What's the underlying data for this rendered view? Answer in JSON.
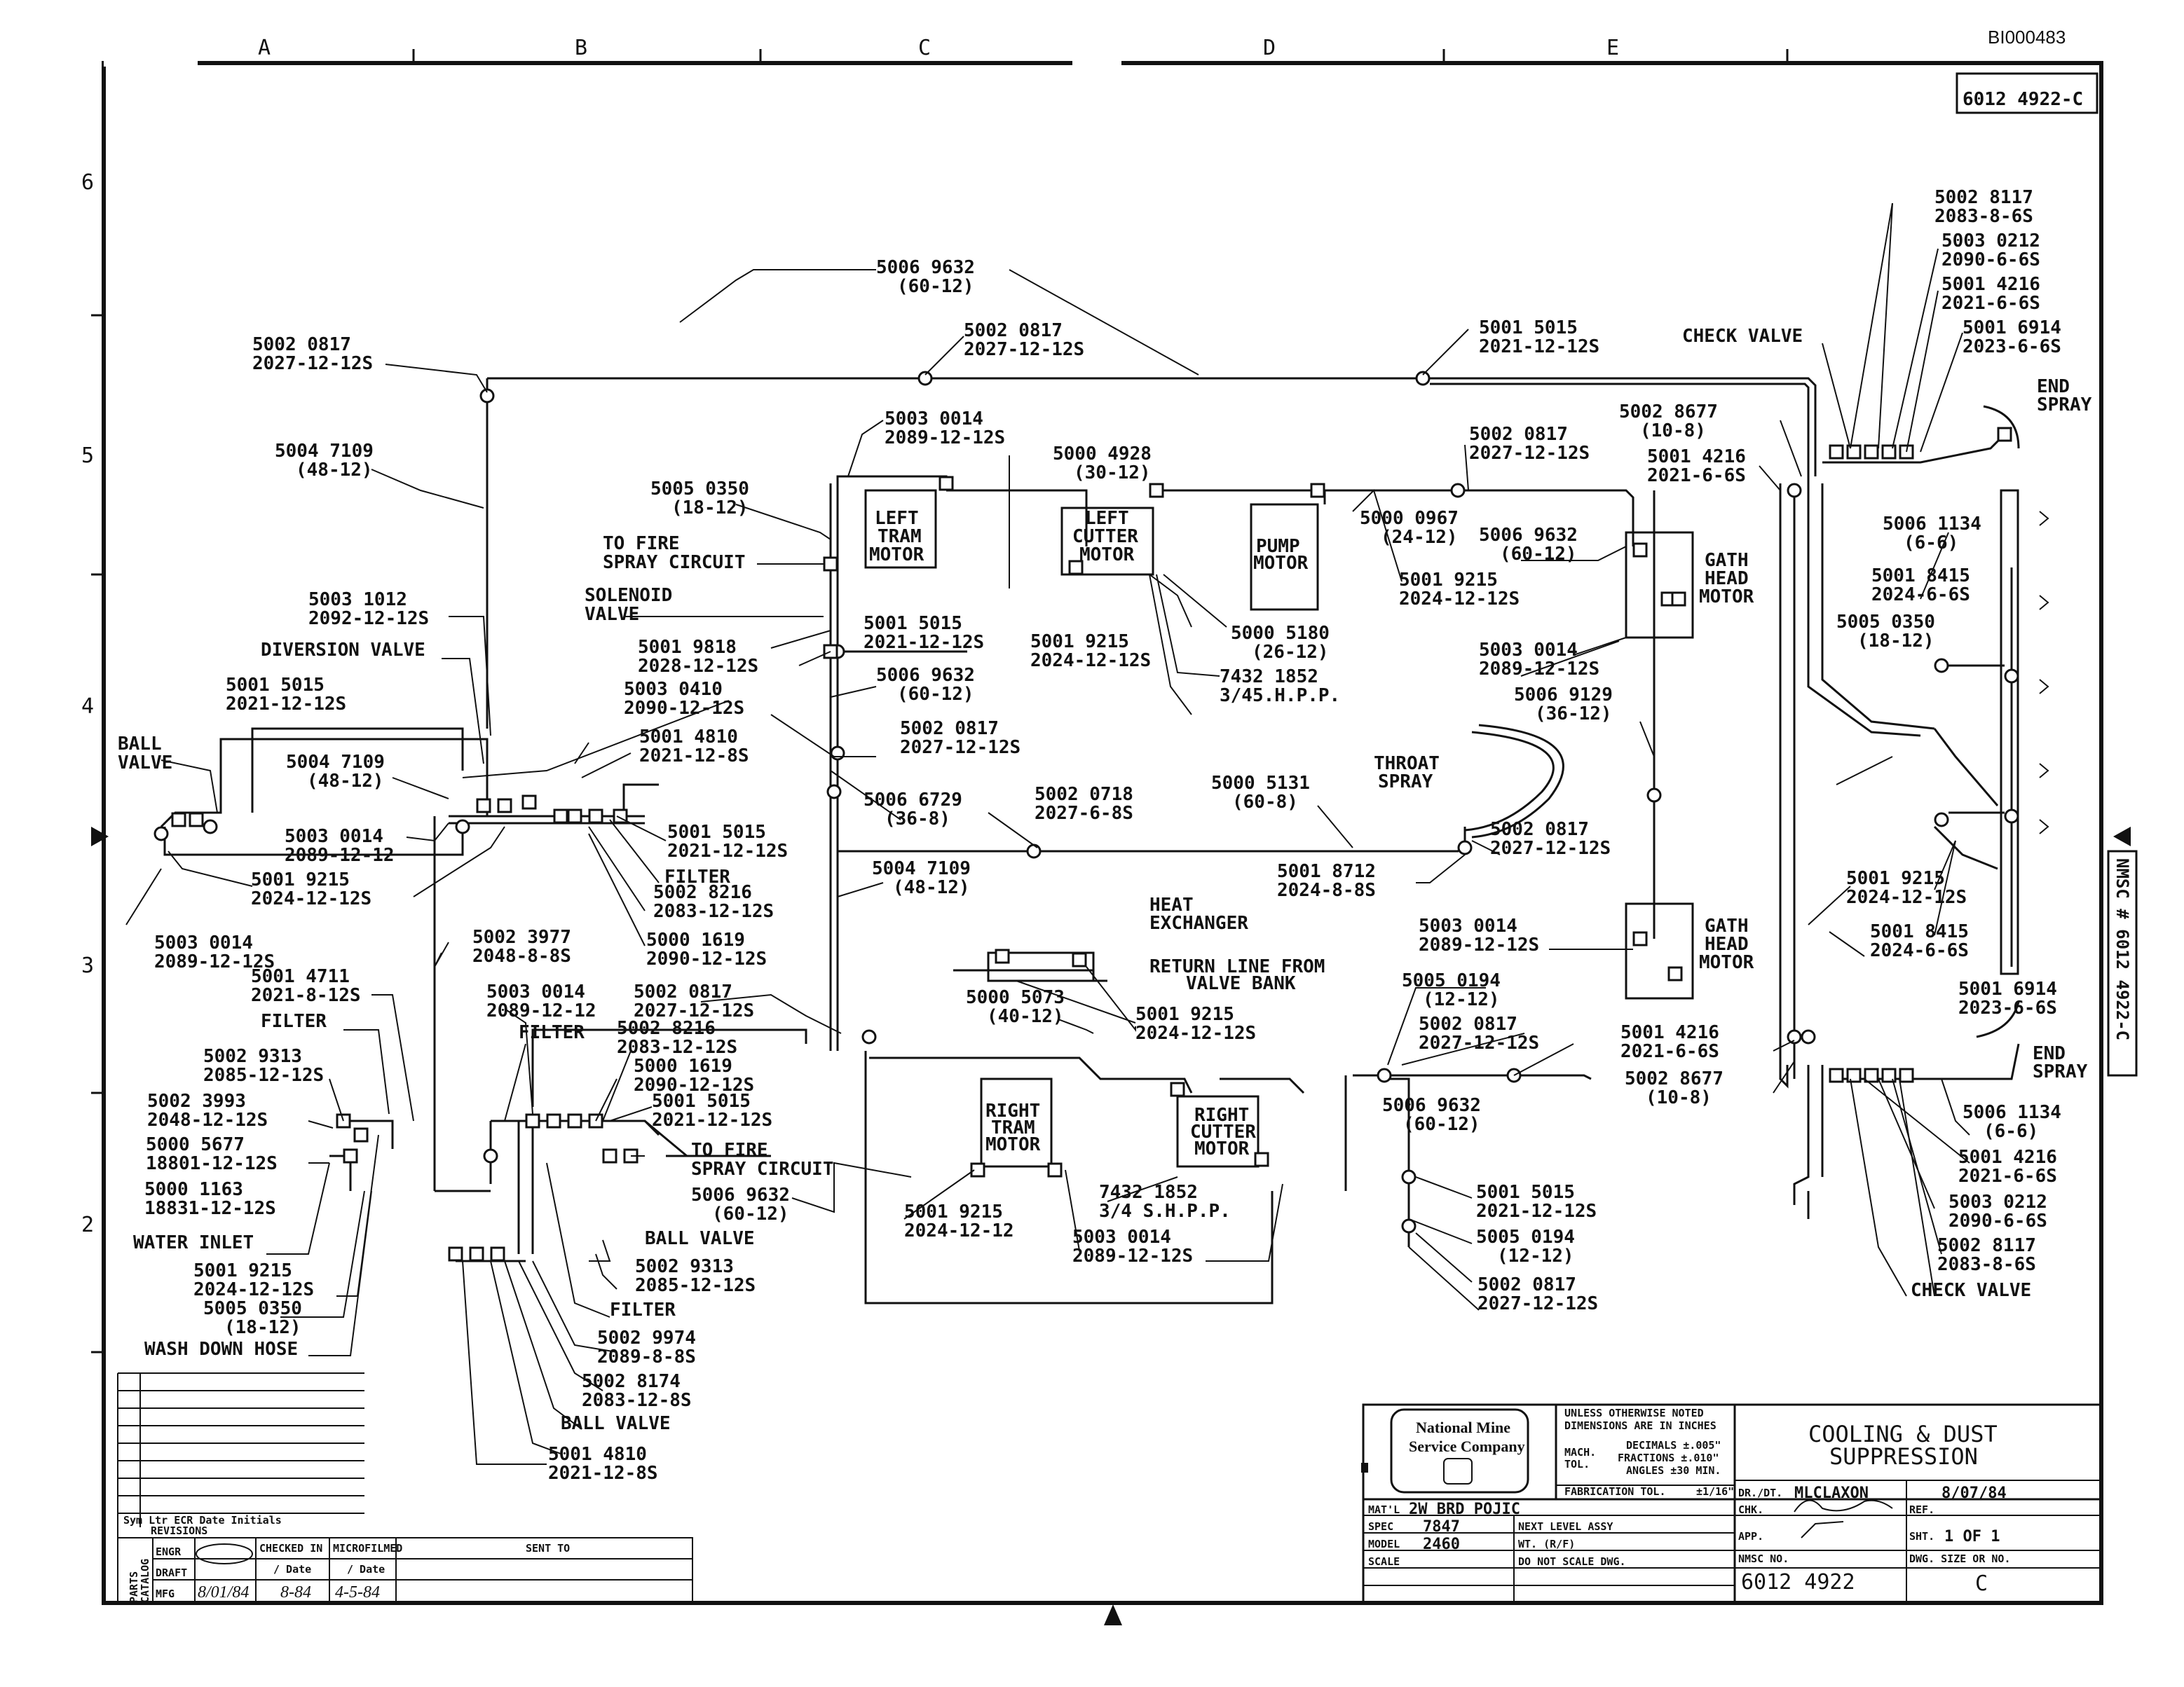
{
  "drawing": {
    "id_stamp": "BI000483",
    "dwg_no_corner": "6012 4922-C",
    "side_label": "NMSC # 6012 4922-C",
    "columns": [
      "A",
      "B",
      "C",
      "D",
      "E"
    ],
    "rows": [
      "6",
      "5",
      "4",
      "3",
      "2"
    ]
  },
  "components": {
    "left_tram_motor": [
      "LEFT",
      "TRAM",
      "MOTOR"
    ],
    "left_cutter_motor": [
      "LEFT",
      "CUTTER",
      "MOTOR"
    ],
    "pump_motor": [
      "PUMP",
      "MOTOR"
    ],
    "gath_head_motor_upper": [
      "GATH",
      "HEAD",
      "MOTOR"
    ],
    "gath_head_motor_lower": [
      "GATH",
      "HEAD",
      "MOTOR"
    ],
    "right_tram_motor": [
      "RIGHT",
      "TRAM",
      "MOTOR"
    ],
    "right_cutter_motor": [
      "RIGHT",
      "CUTTER",
      "MOTOR"
    ],
    "throat_spray": [
      "THROAT",
      "SPRAY"
    ],
    "heat_exchanger": [
      "HEAT",
      "EXCHANGER"
    ],
    "return_line": [
      "RETURN LINE FROM",
      "VALVE BANK"
    ],
    "end_spray_upper": [
      "END",
      "SPRAY"
    ],
    "end_spray_lower": [
      "END",
      "SPRAY"
    ]
  },
  "callouts": [
    {
      "id": "c01",
      "lines": [
        "5006 9632",
        "(60-12)"
      ]
    },
    {
      "id": "c02",
      "lines": [
        "5002 0817",
        "2027-12-12S"
      ]
    },
    {
      "id": "c03",
      "lines": [
        "5002 0817",
        "2027-12-12S"
      ]
    },
    {
      "id": "c04",
      "lines": [
        "5001  5015",
        "2021-12-12S"
      ]
    },
    {
      "id": "c05",
      "lines": [
        "CHECK VALVE"
      ]
    },
    {
      "id": "c06",
      "lines": [
        "5002 8117",
        "2083-8-6S"
      ]
    },
    {
      "id": "c07",
      "lines": [
        "5003 0212",
        "2090-6-6S"
      ]
    },
    {
      "id": "c08",
      "lines": [
        "5001 4216",
        "2021-6-6S"
      ]
    },
    {
      "id": "c09",
      "lines": [
        "5001 6914",
        "2023-6-6S"
      ]
    },
    {
      "id": "c10",
      "lines": [
        "5004 7109",
        "(48-12)"
      ]
    },
    {
      "id": "c11",
      "lines": [
        "5003 0014",
        "2089-12-12S"
      ]
    },
    {
      "id": "c12",
      "lines": [
        "5000 4928",
        "(30-12)"
      ]
    },
    {
      "id": "c13",
      "lines": [
        "5002 0817",
        "2027-12-12S"
      ]
    },
    {
      "id": "c14",
      "lines": [
        "5002 8677",
        "(10-8)"
      ]
    },
    {
      "id": "c15",
      "lines": [
        "5001 4216",
        "2021-6-6S"
      ]
    },
    {
      "id": "c16",
      "lines": [
        "5005 0350",
        "(18-12)"
      ]
    },
    {
      "id": "c17",
      "lines": [
        "TO FIRE",
        "SPRAY CIRCUIT"
      ]
    },
    {
      "id": "c18",
      "lines": [
        "5000 0967",
        "(24-12)"
      ]
    },
    {
      "id": "c19",
      "lines": [
        "5006 9632",
        "(60-12)"
      ]
    },
    {
      "id": "c20",
      "lines": [
        "5006 1134",
        "(6-6)"
      ]
    },
    {
      "id": "c21",
      "lines": [
        "5001 8415",
        "2024-6-6S"
      ]
    },
    {
      "id": "c22",
      "lines": [
        "5003 1012",
        "2092-12-12S"
      ]
    },
    {
      "id": "c23",
      "lines": [
        "SOLENOID",
        "VALVE"
      ]
    },
    {
      "id": "c24",
      "lines": [
        "5001 5015",
        "2021-12-12S"
      ]
    },
    {
      "id": "c25",
      "lines": [
        "5001 9215",
        "2024-12-12S"
      ]
    },
    {
      "id": "c26",
      "lines": [
        "5001 9215",
        "2024-12-12S"
      ]
    },
    {
      "id": "c27",
      "lines": [
        "5005 0350",
        "(18-12)"
      ]
    },
    {
      "id": "c28",
      "lines": [
        "DIVERSION VALVE"
      ]
    },
    {
      "id": "c29",
      "lines": [
        "5001 9818",
        "2028-12-12S"
      ]
    },
    {
      "id": "c30",
      "lines": [
        "5000 5180",
        "(26-12)"
      ]
    },
    {
      "id": "c31",
      "lines": [
        "7432 1852",
        "3/45.H.P.P."
      ]
    },
    {
      "id": "c32",
      "lines": [
        "5003 0014",
        "2089-12-12S"
      ]
    },
    {
      "id": "c33",
      "lines": [
        "5001 5015",
        "2021-12-12S"
      ]
    },
    {
      "id": "c34",
      "lines": [
        "5003 0410",
        "2090-12-12S"
      ]
    },
    {
      "id": "c35",
      "lines": [
        "5006 9632",
        "(60-12)"
      ]
    },
    {
      "id": "c36",
      "lines": [
        "5006 9129",
        "(36-12)"
      ]
    },
    {
      "id": "c37",
      "lines": [
        "BALL",
        "VALVE"
      ]
    },
    {
      "id": "c38",
      "lines": [
        "5004 7109",
        "(48-12)"
      ]
    },
    {
      "id": "c39",
      "lines": [
        "5001 4810",
        "2021-12-8S"
      ]
    },
    {
      "id": "c40",
      "lines": [
        "5002 0817",
        "2027-12-12S"
      ]
    },
    {
      "id": "c41",
      "lines": [
        "5003 0014",
        "2089-12-12"
      ]
    },
    {
      "id": "c42",
      "lines": [
        "5006 6729",
        "(36-8)"
      ]
    },
    {
      "id": "c43",
      "lines": [
        "5002 0718",
        "2027-6-8S"
      ]
    },
    {
      "id": "c44",
      "lines": [
        "5000 5131",
        "(60-8)"
      ]
    },
    {
      "id": "c45",
      "lines": [
        "5002 0817",
        "2027-12-12S"
      ]
    },
    {
      "id": "c46",
      "lines": [
        "5001 5015",
        "2021-12-12S"
      ]
    },
    {
      "id": "c47",
      "lines": [
        "FILTER"
      ]
    },
    {
      "id": "c48",
      "lines": [
        "5001 9215",
        "2024-12-12S"
      ]
    },
    {
      "id": "c49",
      "lines": [
        "5002 8216",
        "2083-12-12S"
      ]
    },
    {
      "id": "c50",
      "lines": [
        "5004 7109",
        "(48-12)"
      ]
    },
    {
      "id": "c51",
      "lines": [
        "5001 8712",
        "2024-8-8S"
      ]
    },
    {
      "id": "c52",
      "lines": [
        "5001 9215",
        "2024-12-12S"
      ]
    },
    {
      "id": "c53",
      "lines": [
        "5003 0014",
        "2089-12-12S"
      ]
    },
    {
      "id": "c54",
      "lines": [
        "5000 1619",
        "2090-12-12S"
      ]
    },
    {
      "id": "c55",
      "lines": [
        "5002 3977",
        "2048-8-8S"
      ]
    },
    {
      "id": "c56",
      "lines": [
        "5003 0014",
        "2089-12-12S"
      ]
    },
    {
      "id": "c57",
      "lines": [
        "5001 8415",
        "2024-6-6S"
      ]
    },
    {
      "id": "c58",
      "lines": [
        "5001 4711",
        "2021-8-12S"
      ]
    },
    {
      "id": "c59",
      "lines": [
        "5003 0014",
        "2089-12-12"
      ]
    },
    {
      "id": "c60",
      "lines": [
        "5002 0817",
        "2027-12-12S"
      ]
    },
    {
      "id": "c61",
      "lines": [
        "5000 5073",
        "(40-12)"
      ]
    },
    {
      "id": "c62",
      "lines": [
        "5001 9215",
        "2024-12-12S"
      ]
    },
    {
      "id": "c63",
      "lines": [
        "5005 0194",
        "(12-12)"
      ]
    },
    {
      "id": "c64",
      "lines": [
        "5002 0817",
        "2027-12-12S"
      ]
    },
    {
      "id": "c65",
      "lines": [
        "5001 6914",
        "2023-6-6S"
      ]
    },
    {
      "id": "c66",
      "lines": [
        "FILTER"
      ]
    },
    {
      "id": "c67",
      "lines": [
        "FILTER"
      ]
    },
    {
      "id": "c68",
      "lines": [
        "5002 8216",
        "2083-12-12S"
      ]
    },
    {
      "id": "c69",
      "lines": [
        "5002 9313",
        "2085-12-12S"
      ]
    },
    {
      "id": "c70",
      "lines": [
        "5000 1619",
        "2090-12-12S"
      ]
    },
    {
      "id": "c71",
      "lines": [
        "5002 3993",
        "2048-12-12S"
      ]
    },
    {
      "id": "c72",
      "lines": [
        "5001 5015",
        "2021-12-12S"
      ]
    },
    {
      "id": "c73",
      "lines": [
        "5001 4216",
        "2021-6-6S"
      ]
    },
    {
      "id": "c74",
      "lines": [
        "5002 8677",
        "(10-8)"
      ]
    },
    {
      "id": "c75",
      "lines": [
        "5000 5677",
        "18801-12-12S"
      ]
    },
    {
      "id": "c76",
      "lines": [
        "TO FIRE",
        "SPRAY CIRCUIT"
      ]
    },
    {
      "id": "c77",
      "lines": [
        "5006 9632",
        "(60-12)"
      ]
    },
    {
      "id": "c78",
      "lines": [
        "5006 1134",
        "(6-6)"
      ]
    },
    {
      "id": "c79",
      "lines": [
        "5000 1163",
        "18831-12-12S"
      ]
    },
    {
      "id": "c80",
      "lines": [
        "5006 9632",
        "(60-12)"
      ]
    },
    {
      "id": "c81",
      "lines": [
        "5001 9215",
        "2024-12-12"
      ]
    },
    {
      "id": "c82",
      "lines": [
        "7432 1852",
        "3/4 S.H.P.P."
      ]
    },
    {
      "id": "c83",
      "lines": [
        "5001 5015",
        "2021-12-12S"
      ]
    },
    {
      "id": "c84",
      "lines": [
        "5001 4216",
        "2021-6-6S"
      ]
    },
    {
      "id": "c85",
      "lines": [
        "WATER INLET"
      ]
    },
    {
      "id": "c86",
      "lines": [
        "BALL VALVE"
      ]
    },
    {
      "id": "c87",
      "lines": [
        "5003 0014",
        "2089-12-12S"
      ]
    },
    {
      "id": "c88",
      "lines": [
        "5005 0194",
        "(12-12)"
      ]
    },
    {
      "id": "c89",
      "lines": [
        "5003 0212",
        "2090-6-6S"
      ]
    },
    {
      "id": "c90",
      "lines": [
        "5001 9215",
        "2024-12-12S"
      ]
    },
    {
      "id": "c91",
      "lines": [
        "5002 9313",
        "2085-12-12S"
      ]
    },
    {
      "id": "c92",
      "lines": [
        "5002 8117",
        "2083-8-6S"
      ]
    },
    {
      "id": "c93",
      "lines": [
        "5005 0350",
        "(18-12)"
      ]
    },
    {
      "id": "c94",
      "lines": [
        "FILTER"
      ]
    },
    {
      "id": "c95",
      "lines": [
        "5002 0817",
        "2027-12-12S"
      ]
    },
    {
      "id": "c96",
      "lines": [
        "CHECK VALVE"
      ]
    },
    {
      "id": "c97",
      "lines": [
        "WASH DOWN HOSE"
      ]
    },
    {
      "id": "c98",
      "lines": [
        "5002 9974",
        "2089-8-8S"
      ]
    },
    {
      "id": "c99",
      "lines": [
        "5002 8174",
        "2083-12-8S"
      ]
    },
    {
      "id": "c100",
      "lines": [
        "BALL VALVE"
      ]
    },
    {
      "id": "c101",
      "lines": [
        "5001 4810",
        "2021-12-8S"
      ]
    }
  ],
  "title_block": {
    "company": [
      "National Mine",
      "Service Company"
    ],
    "notes": [
      "UNLESS OTHERWISE NOTED",
      "DIMENSIONS ARE IN INCHES"
    ],
    "mach_tol": "MACH.",
    "tol": "TOL.",
    "decimals": "DECIMALS ±.005\"",
    "fractions": "FRACTIONS ±.010\"",
    "angles": "ANGLES ±30 MIN.",
    "fab_tol": "FABRICATION TOL.",
    "fab_tol_val": "±1/16\"",
    "title": [
      "COOLING & DUST",
      "SUPPRESSION"
    ],
    "dr_label": "DR./DT.",
    "drawn_by": "MLCLAXON",
    "date": "8/07/84",
    "chk_label": "CHK.",
    "ref_label": "REF.",
    "app_label": "APP.",
    "sht_label": "SHT.",
    "sheet": "1 OF 1",
    "matl_label": "MAT'L",
    "material": "2W BRD POJIC",
    "spec_label": "SPEC",
    "spec": "7847",
    "next_assy_label": "NEXT LEVEL ASSY",
    "model_label": "MODEL",
    "model": "2460",
    "wt_label": "WT. (R/F)",
    "scale_label": "SCALE",
    "do_not_scale": "DO NOT SCALE DWG.",
    "nmsc_label": "NMSC NO.",
    "nmsc_no": "6012 4922",
    "dwg_size_label": "DWG. SIZE OR NO.",
    "dwg_size": "C"
  },
  "revisions": {
    "label": "REVISIONS",
    "header_left": "Sym Ltr ECR Date Initials",
    "cols": [
      "CHECKED IN",
      "MICROFILMED",
      "SENT TO"
    ],
    "sub": [
      "/ Date",
      "/ Date"
    ],
    "side": [
      "PARTS",
      "CATALOG"
    ],
    "rows_left": [
      "ENGR",
      "DRAFT",
      "MFG"
    ],
    "entries": [
      "8/01/84",
      "8-84",
      "4-5-84"
    ]
  }
}
